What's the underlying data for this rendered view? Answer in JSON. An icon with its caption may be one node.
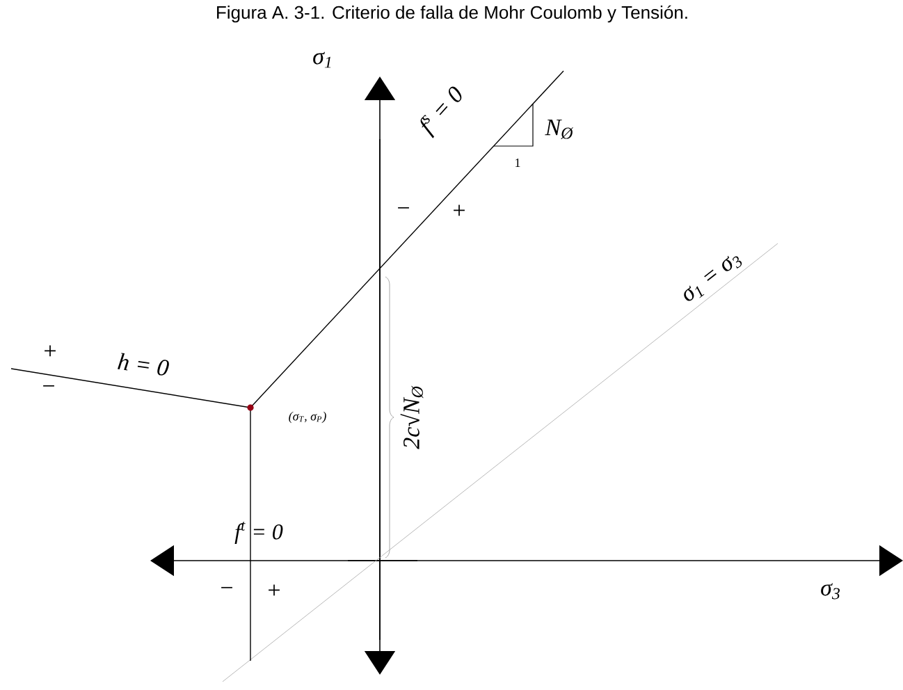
{
  "diagram": {
    "title": "Figura A. 3-1. Criterio de falla de Mohr Coulomb y Tensión.",
    "labels": [
      "σ$_{1}$",
      "f$^{s}$ = 0",
      "N$_{Ø}$",
      "1",
      "−",
      "+",
      "σ$_{1}$ = σ$_{3}$",
      "+",
      "h = 0",
      "−",
      "(σ$_{T}$, σ$_{P}$)",
      "2c√N$_{Ø}$",
      "f$^{t}$ = 0",
      "−",
      "+",
      "σ$_{3}$"
    ]
  }
}
